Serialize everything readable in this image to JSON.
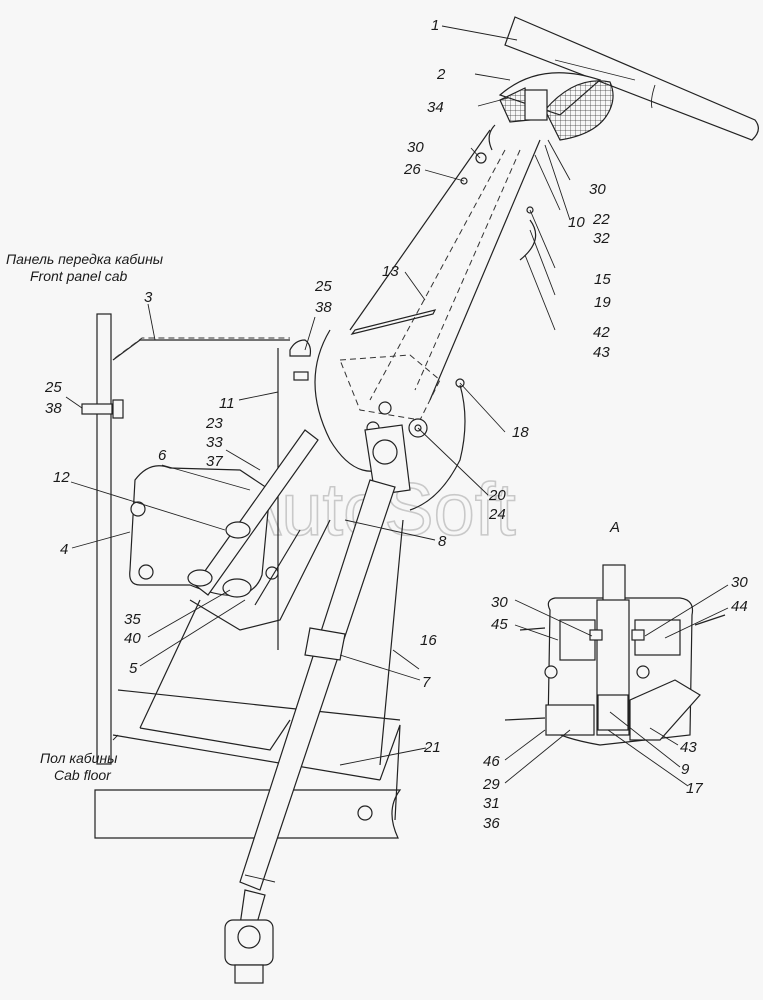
{
  "diagram": {
    "subject": "Steering column assembly",
    "watermark": "AutoSoft",
    "view_label": "A",
    "annotations": {
      "front_panel_ru": "Панель передка кабины",
      "front_panel_en": "Front panel cab",
      "cab_floor_ru": "Пол кабины",
      "cab_floor_en": "Cab floor"
    },
    "callouts": [
      {
        "id": "c1",
        "text": "1"
      },
      {
        "id": "c2",
        "text": "2"
      },
      {
        "id": "c34",
        "text": "34"
      },
      {
        "id": "c30a",
        "text": "30"
      },
      {
        "id": "c26",
        "text": "26"
      },
      {
        "id": "c30b",
        "text": "30"
      },
      {
        "id": "c10",
        "text": "10"
      },
      {
        "id": "c22",
        "text": "22"
      },
      {
        "id": "c32",
        "text": "32"
      },
      {
        "id": "c15",
        "text": "15"
      },
      {
        "id": "c19",
        "text": "19"
      },
      {
        "id": "c42",
        "text": "42"
      },
      {
        "id": "c43a",
        "text": "43"
      },
      {
        "id": "c13",
        "text": "13"
      },
      {
        "id": "c3",
        "text": "3"
      },
      {
        "id": "c25a",
        "text": "25"
      },
      {
        "id": "c38a",
        "text": "38"
      },
      {
        "id": "c25b",
        "text": "25"
      },
      {
        "id": "c38b",
        "text": "38"
      },
      {
        "id": "c11",
        "text": "11"
      },
      {
        "id": "c23",
        "text": "23"
      },
      {
        "id": "c33",
        "text": "33"
      },
      {
        "id": "c37",
        "text": "37"
      },
      {
        "id": "c6",
        "text": "6"
      },
      {
        "id": "c12",
        "text": "12"
      },
      {
        "id": "c4",
        "text": "4"
      },
      {
        "id": "c18",
        "text": "18"
      },
      {
        "id": "c20",
        "text": "20"
      },
      {
        "id": "c24",
        "text": "24"
      },
      {
        "id": "c8",
        "text": "8"
      },
      {
        "id": "c35",
        "text": "35"
      },
      {
        "id": "c40",
        "text": "40"
      },
      {
        "id": "c5",
        "text": "5"
      },
      {
        "id": "c16",
        "text": "16"
      },
      {
        "id": "c7",
        "text": "7"
      },
      {
        "id": "c21",
        "text": "21"
      },
      {
        "id": "a30a",
        "text": "30"
      },
      {
        "id": "a45",
        "text": "45"
      },
      {
        "id": "a30b",
        "text": "30"
      },
      {
        "id": "a44",
        "text": "44"
      },
      {
        "id": "a43",
        "text": "43"
      },
      {
        "id": "a9",
        "text": "9"
      },
      {
        "id": "a17",
        "text": "17"
      },
      {
        "id": "a46",
        "text": "46"
      },
      {
        "id": "a29",
        "text": "29"
      },
      {
        "id": "a31",
        "text": "31"
      },
      {
        "id": "a36",
        "text": "36"
      }
    ]
  }
}
